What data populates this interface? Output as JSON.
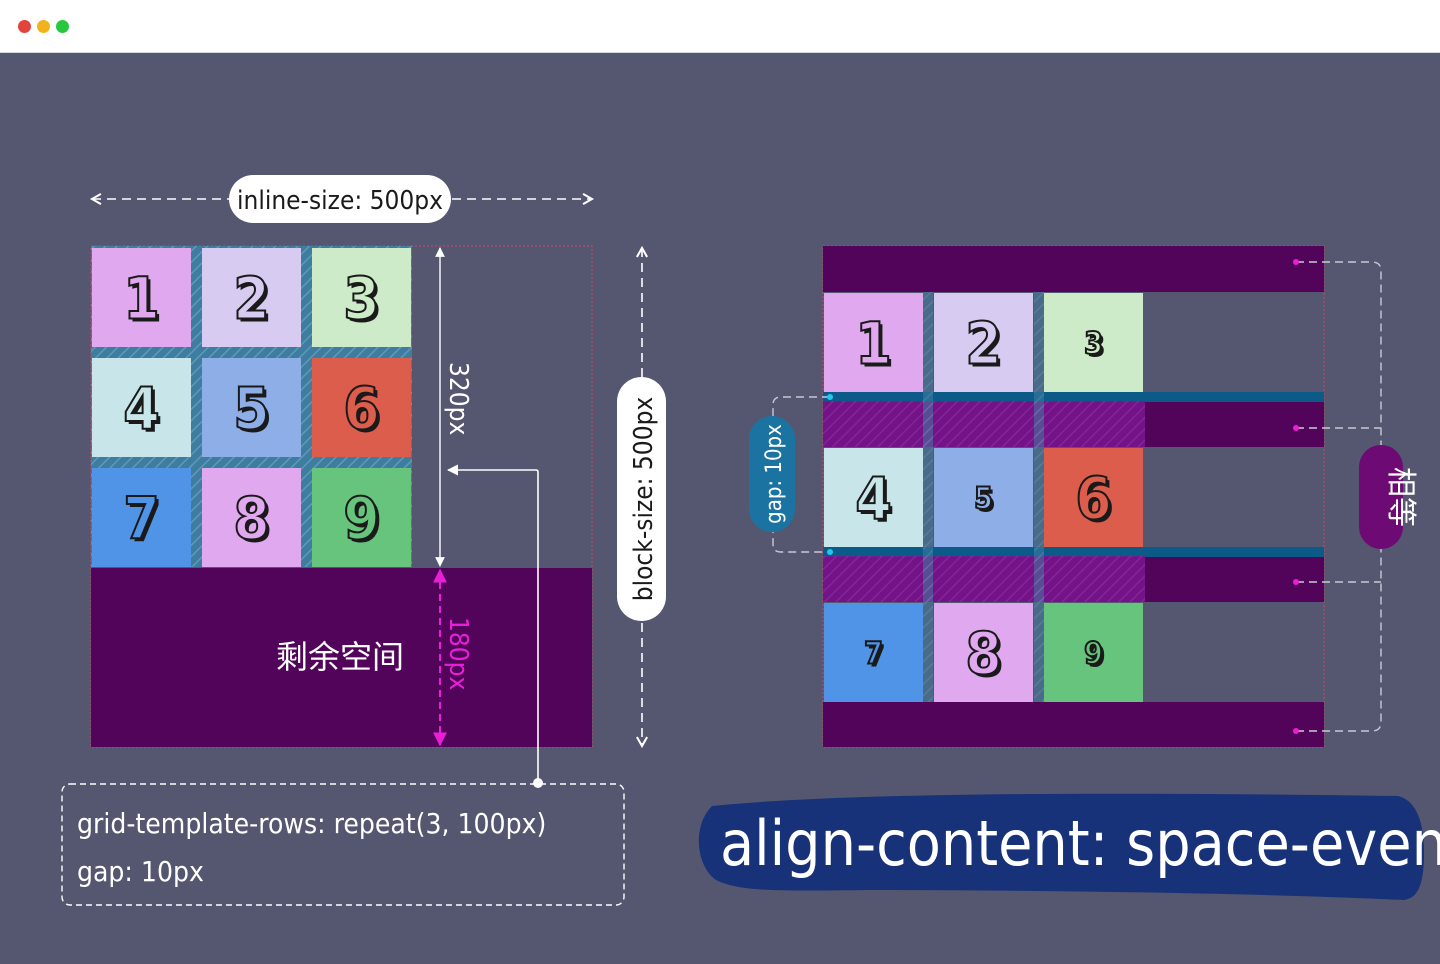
{
  "window": {
    "controls": [
      "close",
      "minimize",
      "maximize"
    ],
    "colors": {
      "close": "#e0443a",
      "minimize": "#f2b21b",
      "maximize": "#27c840"
    }
  },
  "left_diagram": {
    "inline_size_label": "inline-size: 500px",
    "block_size_label": "block-size: 500px",
    "rows_height_label": "320px",
    "remaining_height_label": "180px",
    "remaining_space_label": "剩余空间",
    "code": {
      "line1": "grid-template-rows: repeat(3,  100px)",
      "line2": "gap: 10px"
    }
  },
  "right_diagram": {
    "gap_label": "gap: 10px",
    "equal_label": "相等"
  },
  "banner": {
    "text": "align-content: space-evenly"
  },
  "grid_items": [
    {
      "n": "1",
      "color": "#e0a9ef"
    },
    {
      "n": "2",
      "color": "#d7cbf1"
    },
    {
      "n": "3",
      "color": "#cdebc8"
    },
    {
      "n": "4",
      "color": "#c8e6ea"
    },
    {
      "n": "5",
      "color": "#8eaee8"
    },
    {
      "n": "6",
      "color": "#dc5d4c"
    },
    {
      "n": "7",
      "color": "#4f94e6"
    },
    {
      "n": "8",
      "color": "#e0a9ef"
    },
    {
      "n": "9",
      "color": "#66c47d"
    }
  ],
  "colors": {
    "background": "#55566f",
    "free_space": "#52045a",
    "gap": "#2f7aa3",
    "accent": "#e81fd6",
    "banner": "#173278"
  }
}
